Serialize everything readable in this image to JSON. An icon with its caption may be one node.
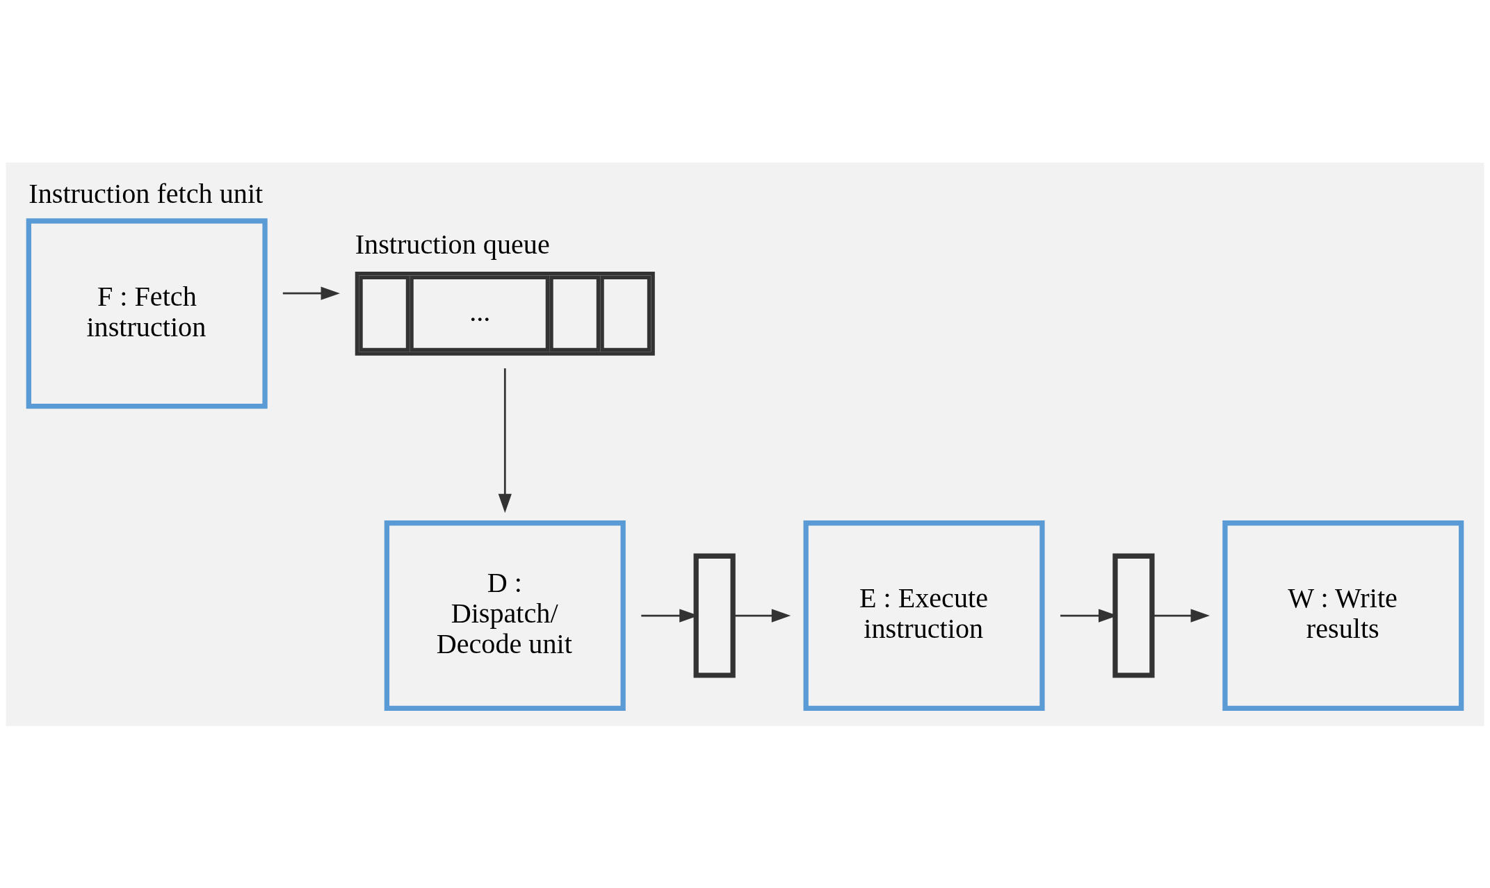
{
  "diagram": {
    "nodes": [
      {
        "text": [
          "Instruction fetch unit",
          "F : Fetch instruction"
        ]
      },
      {
        "text": [
          "Instruction queue",
          "..."
        ]
      },
      {
        "text": [
          "D : Dispatch/ Decode unit"
        ]
      },
      {
        "text": [],
        "shape": "bar"
      },
      {
        "text": [
          "E : Execute instruction"
        ]
      },
      {
        "text": [],
        "shape": "bar"
      },
      {
        "text": [
          "W : Write results"
        ]
      }
    ],
    "edges": [
      {
        "from": 0,
        "to": 1,
        "arrow": "to"
      },
      {
        "from": 1,
        "to": 2,
        "arrow": "to"
      },
      {
        "from": 2,
        "to": 3,
        "arrow": "to"
      },
      {
        "from": 3,
        "to": 4,
        "arrow": "to"
      },
      {
        "from": 4,
        "to": 5,
        "arrow": "to"
      },
      {
        "from": 5,
        "to": 6,
        "arrow": "to"
      }
    ]
  }
}
